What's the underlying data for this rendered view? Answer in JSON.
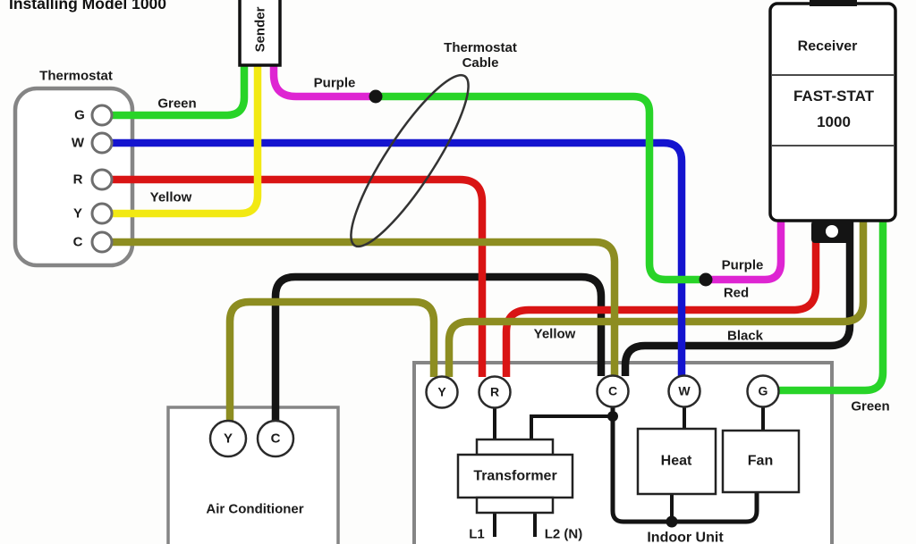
{
  "title": "Installing Model 1000",
  "colors": {
    "green": "#28d428",
    "yellow": "#f2e913",
    "purple": "#de25d2",
    "blue": "#1414cf",
    "red": "#d91414",
    "olive": "#8d8d21",
    "black": "#141414",
    "box_gray": "#858585"
  },
  "thermostat": {
    "label": "Thermostat",
    "terminals": [
      "G",
      "W",
      "R",
      "Y",
      "C"
    ]
  },
  "sender": {
    "label": "Sender"
  },
  "receiver": {
    "label": "Receiver",
    "model_line1": "FAST-STAT",
    "model_line2": "1000"
  },
  "labels": {
    "green_top": "Green",
    "yellow_left": "Yellow",
    "purple_top": "Purple",
    "cable_line1": "Thermostat",
    "cable_line2": "Cable",
    "purple_right": "Purple",
    "red_right": "Red",
    "yellow_mid": "Yellow",
    "black_right": "Black",
    "green_right": "Green"
  },
  "air_conditioner": {
    "label": "Air Conditioner",
    "terminals": [
      "Y",
      "C"
    ]
  },
  "indoor_unit": {
    "label": "Indoor Unit",
    "terminals": [
      "Y",
      "R",
      "C",
      "W",
      "G"
    ]
  },
  "transformer": {
    "label": "Transformer",
    "l1": "L1",
    "l2": "L2 (N)"
  },
  "heat": {
    "label": "Heat"
  },
  "fan": {
    "label": "Fan"
  }
}
